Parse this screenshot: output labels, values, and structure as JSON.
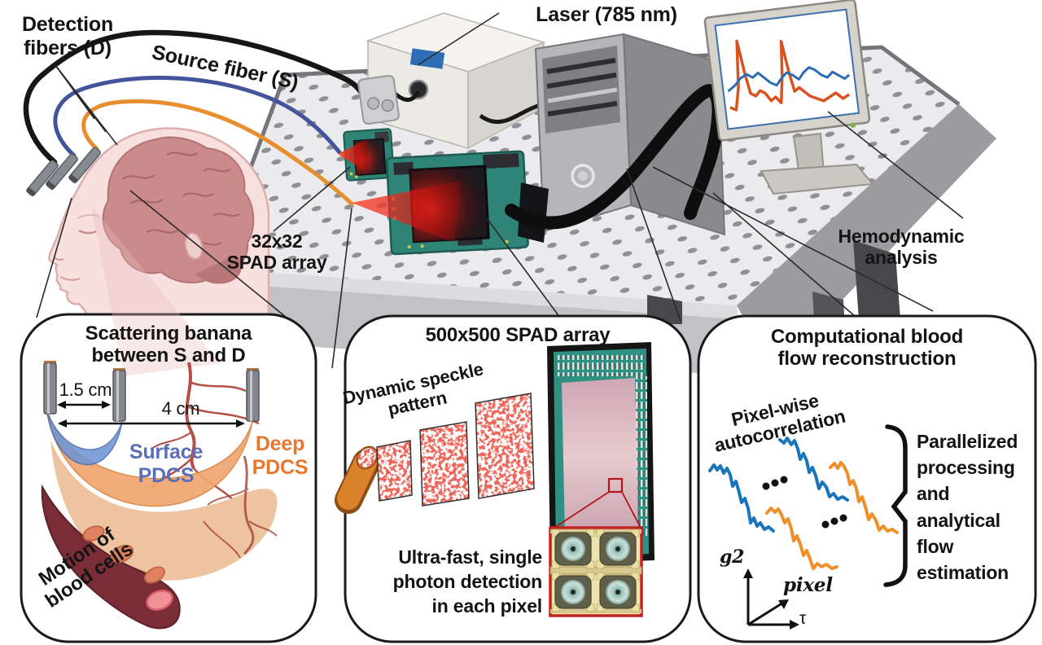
{
  "scene_labels": {
    "laser": "Laser (785 nm)",
    "detection": "Detection\nfibers (D)",
    "source": "Source fiber (S)",
    "spad32": "32x32\nSPAD array",
    "hemodynamic": "Hemodynamic\nanalysis"
  },
  "left_box": {
    "title": "Scattering banana\nbetween S and D",
    "dist_short": "1.5 cm",
    "dist_long": "4 cm",
    "surface": "Surface\nPDCS",
    "deep": "Deep\nPDCS",
    "motion": "Motion of\nblood cells"
  },
  "mid_box": {
    "title": "500x500 SPAD array",
    "speckle": "Dynamic speckle\npattern",
    "detection": "Ultra-fast, single\nphoton detection\nin each pixel"
  },
  "right_box": {
    "title": "Computational blood\nflow reconstruction",
    "autocorr": "Pixel-wise\nautocorrelation",
    "processing": "Parallelized\nprocessing\nand\nanalytical\nflow\nestimation",
    "g2": "g2",
    "pixel": "pixel",
    "tau": "τ"
  },
  "colors": {
    "fiber_blue": "#44549C",
    "fiber_orange": "#E78F2E",
    "surface_pdcs": "#5A6FB8",
    "deep_pdcs": "#E8772E",
    "curve_blue": "#1B75BB",
    "curve_orange": "#EF8F2A",
    "monitor_orange": "#D9531E",
    "monitor_blue": "#2B6CB5",
    "pcb_green": "#2E8577",
    "beam_red": "#E8261A",
    "laser_label_blue": "#2F6EB5"
  }
}
